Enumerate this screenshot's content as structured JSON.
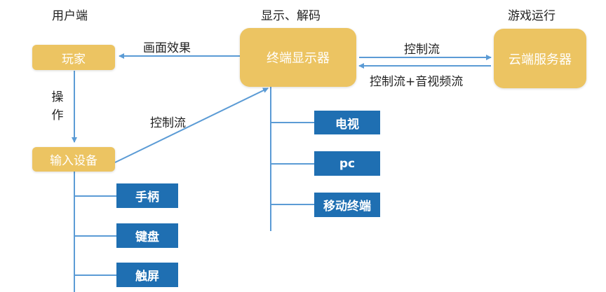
{
  "headers": {
    "user": "用户端",
    "display": "显示、解码",
    "game": "游戏运行"
  },
  "nodes": {
    "player": "玩家",
    "terminal": "终端显示器",
    "cloud": "云端服务器",
    "input": "输入设备"
  },
  "edge_labels": {
    "effect": "画面效果",
    "control_right": "控制流",
    "control_left": "控制流+音视频流",
    "operate_1": "操",
    "operate_2": "作",
    "input_control": "控制流"
  },
  "terminals": [
    "电视",
    "pc",
    "移动终端"
  ],
  "input_devices": [
    "手柄",
    "键盘",
    "触屏"
  ],
  "colors": {
    "node": "#ecc462",
    "device": "#1f6fb2",
    "line": "#5b9bd5"
  }
}
